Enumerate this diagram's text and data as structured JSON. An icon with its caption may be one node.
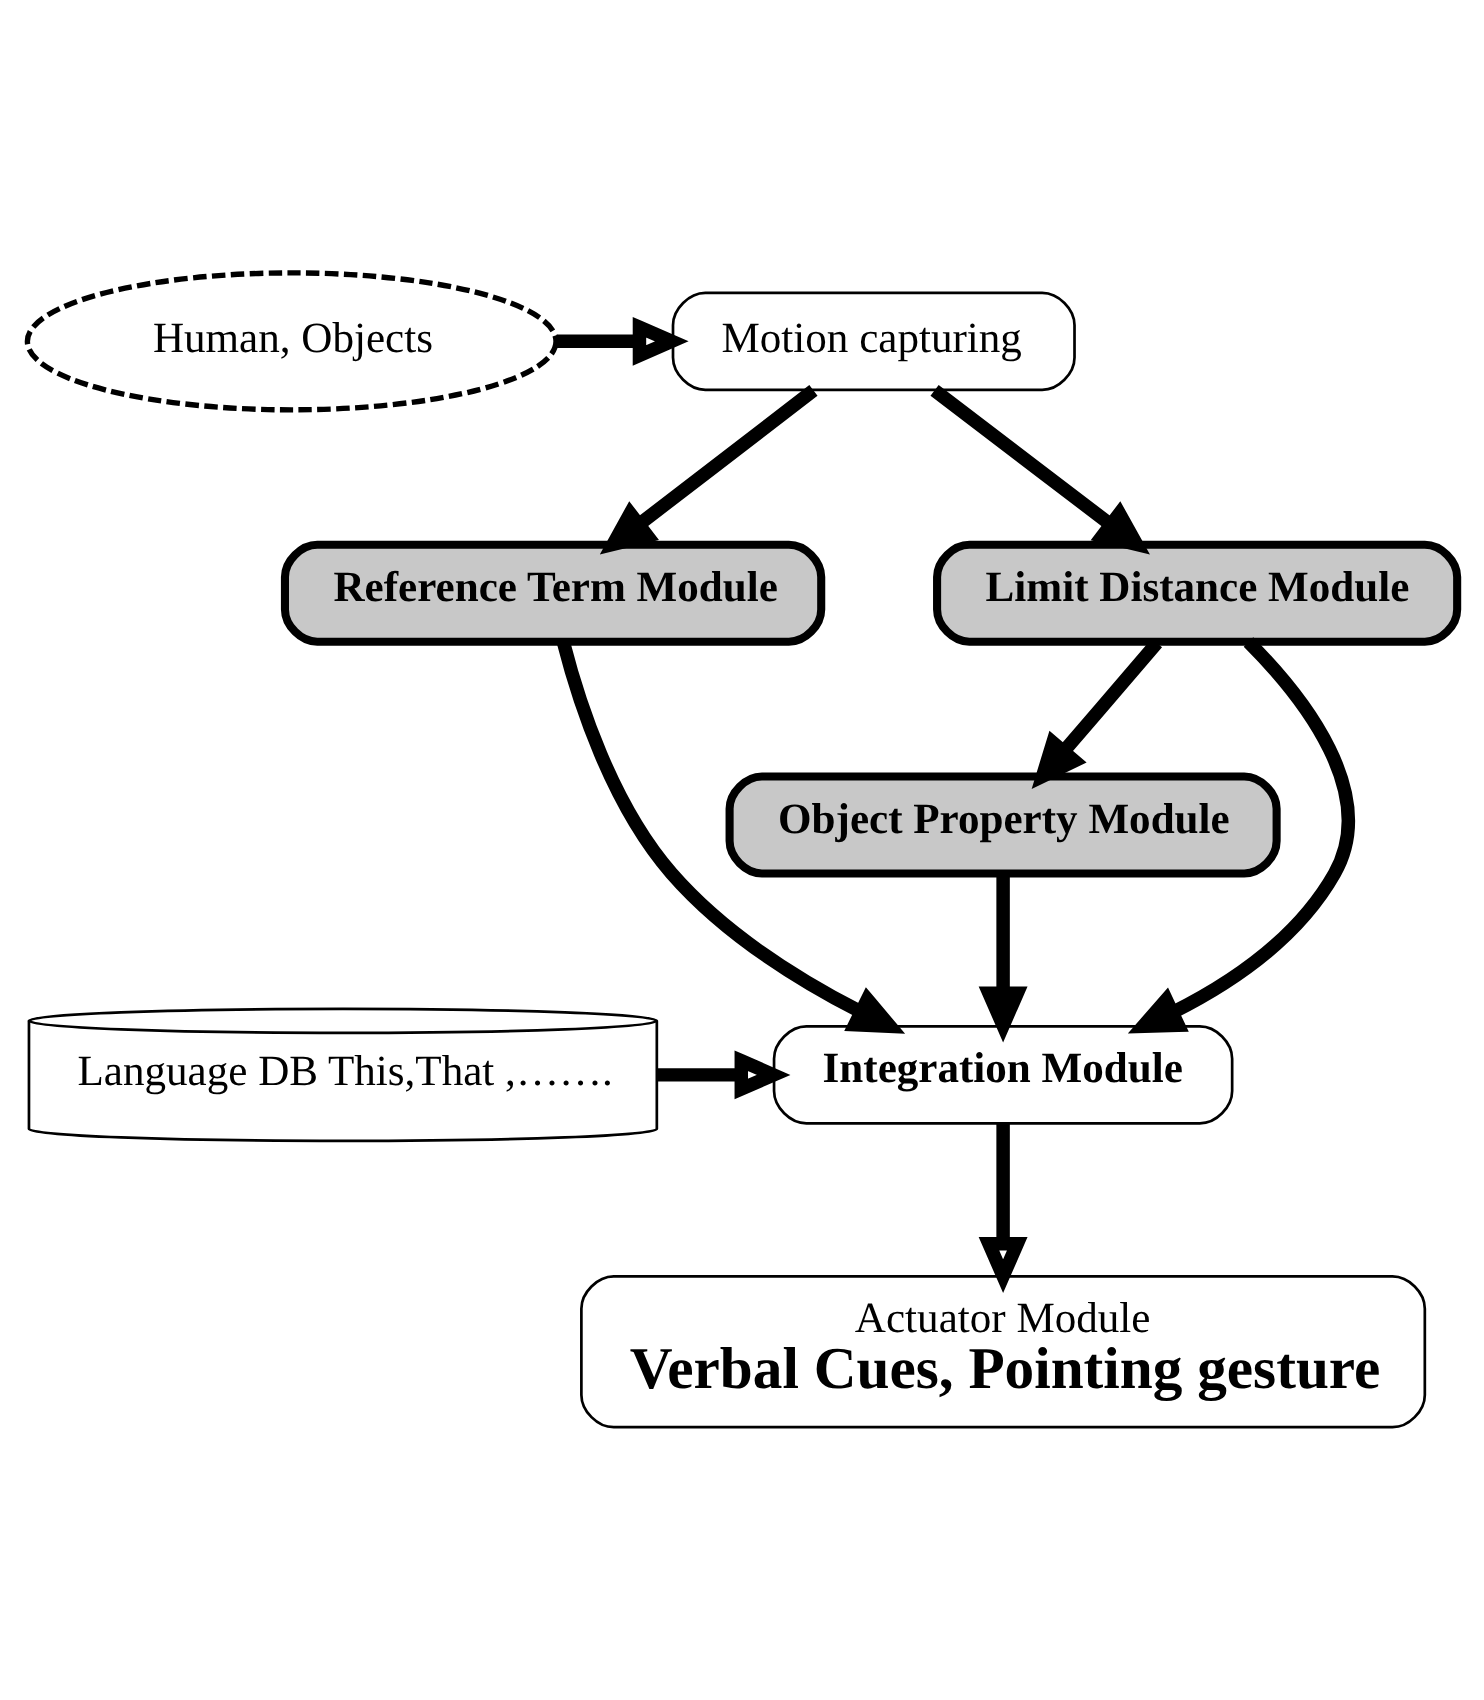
{
  "diagram": {
    "nodes": [
      {
        "text": [
          "Motion capturing"
        ]
      },
      {
        "text": [
          "Human, Objects"
        ]
      },
      {
        "text": [
          "Reference Term Module"
        ]
      },
      {
        "text": [
          "Limit Distance Module"
        ]
      },
      {
        "text": [
          "Object Property Module"
        ]
      },
      {
        "text": [
          "Integration Module"
        ]
      },
      {
        "text": [
          "Language DB This,That ,……."
        ]
      },
      {
        "text": [
          "Actuator Module",
          "Verbal Cues, Pointing gesture"
        ]
      }
    ],
    "edges": [
      {
        "from": 1,
        "to": 0,
        "arrow": "to"
      },
      {
        "from": 0,
        "to": 2,
        "arrow": "to"
      },
      {
        "from": 0,
        "to": 3,
        "arrow": "to"
      },
      {
        "from": 3,
        "to": 4,
        "arrow": "to"
      },
      {
        "from": 2,
        "to": 5,
        "arrow": "to"
      },
      {
        "from": 3,
        "to": 5,
        "arrow": "to"
      },
      {
        "from": 4,
        "to": 5,
        "arrow": "to"
      },
      {
        "from": 6,
        "to": 5,
        "arrow": "to"
      },
      {
        "from": 5,
        "to": 7,
        "arrow": "to"
      }
    ]
  }
}
